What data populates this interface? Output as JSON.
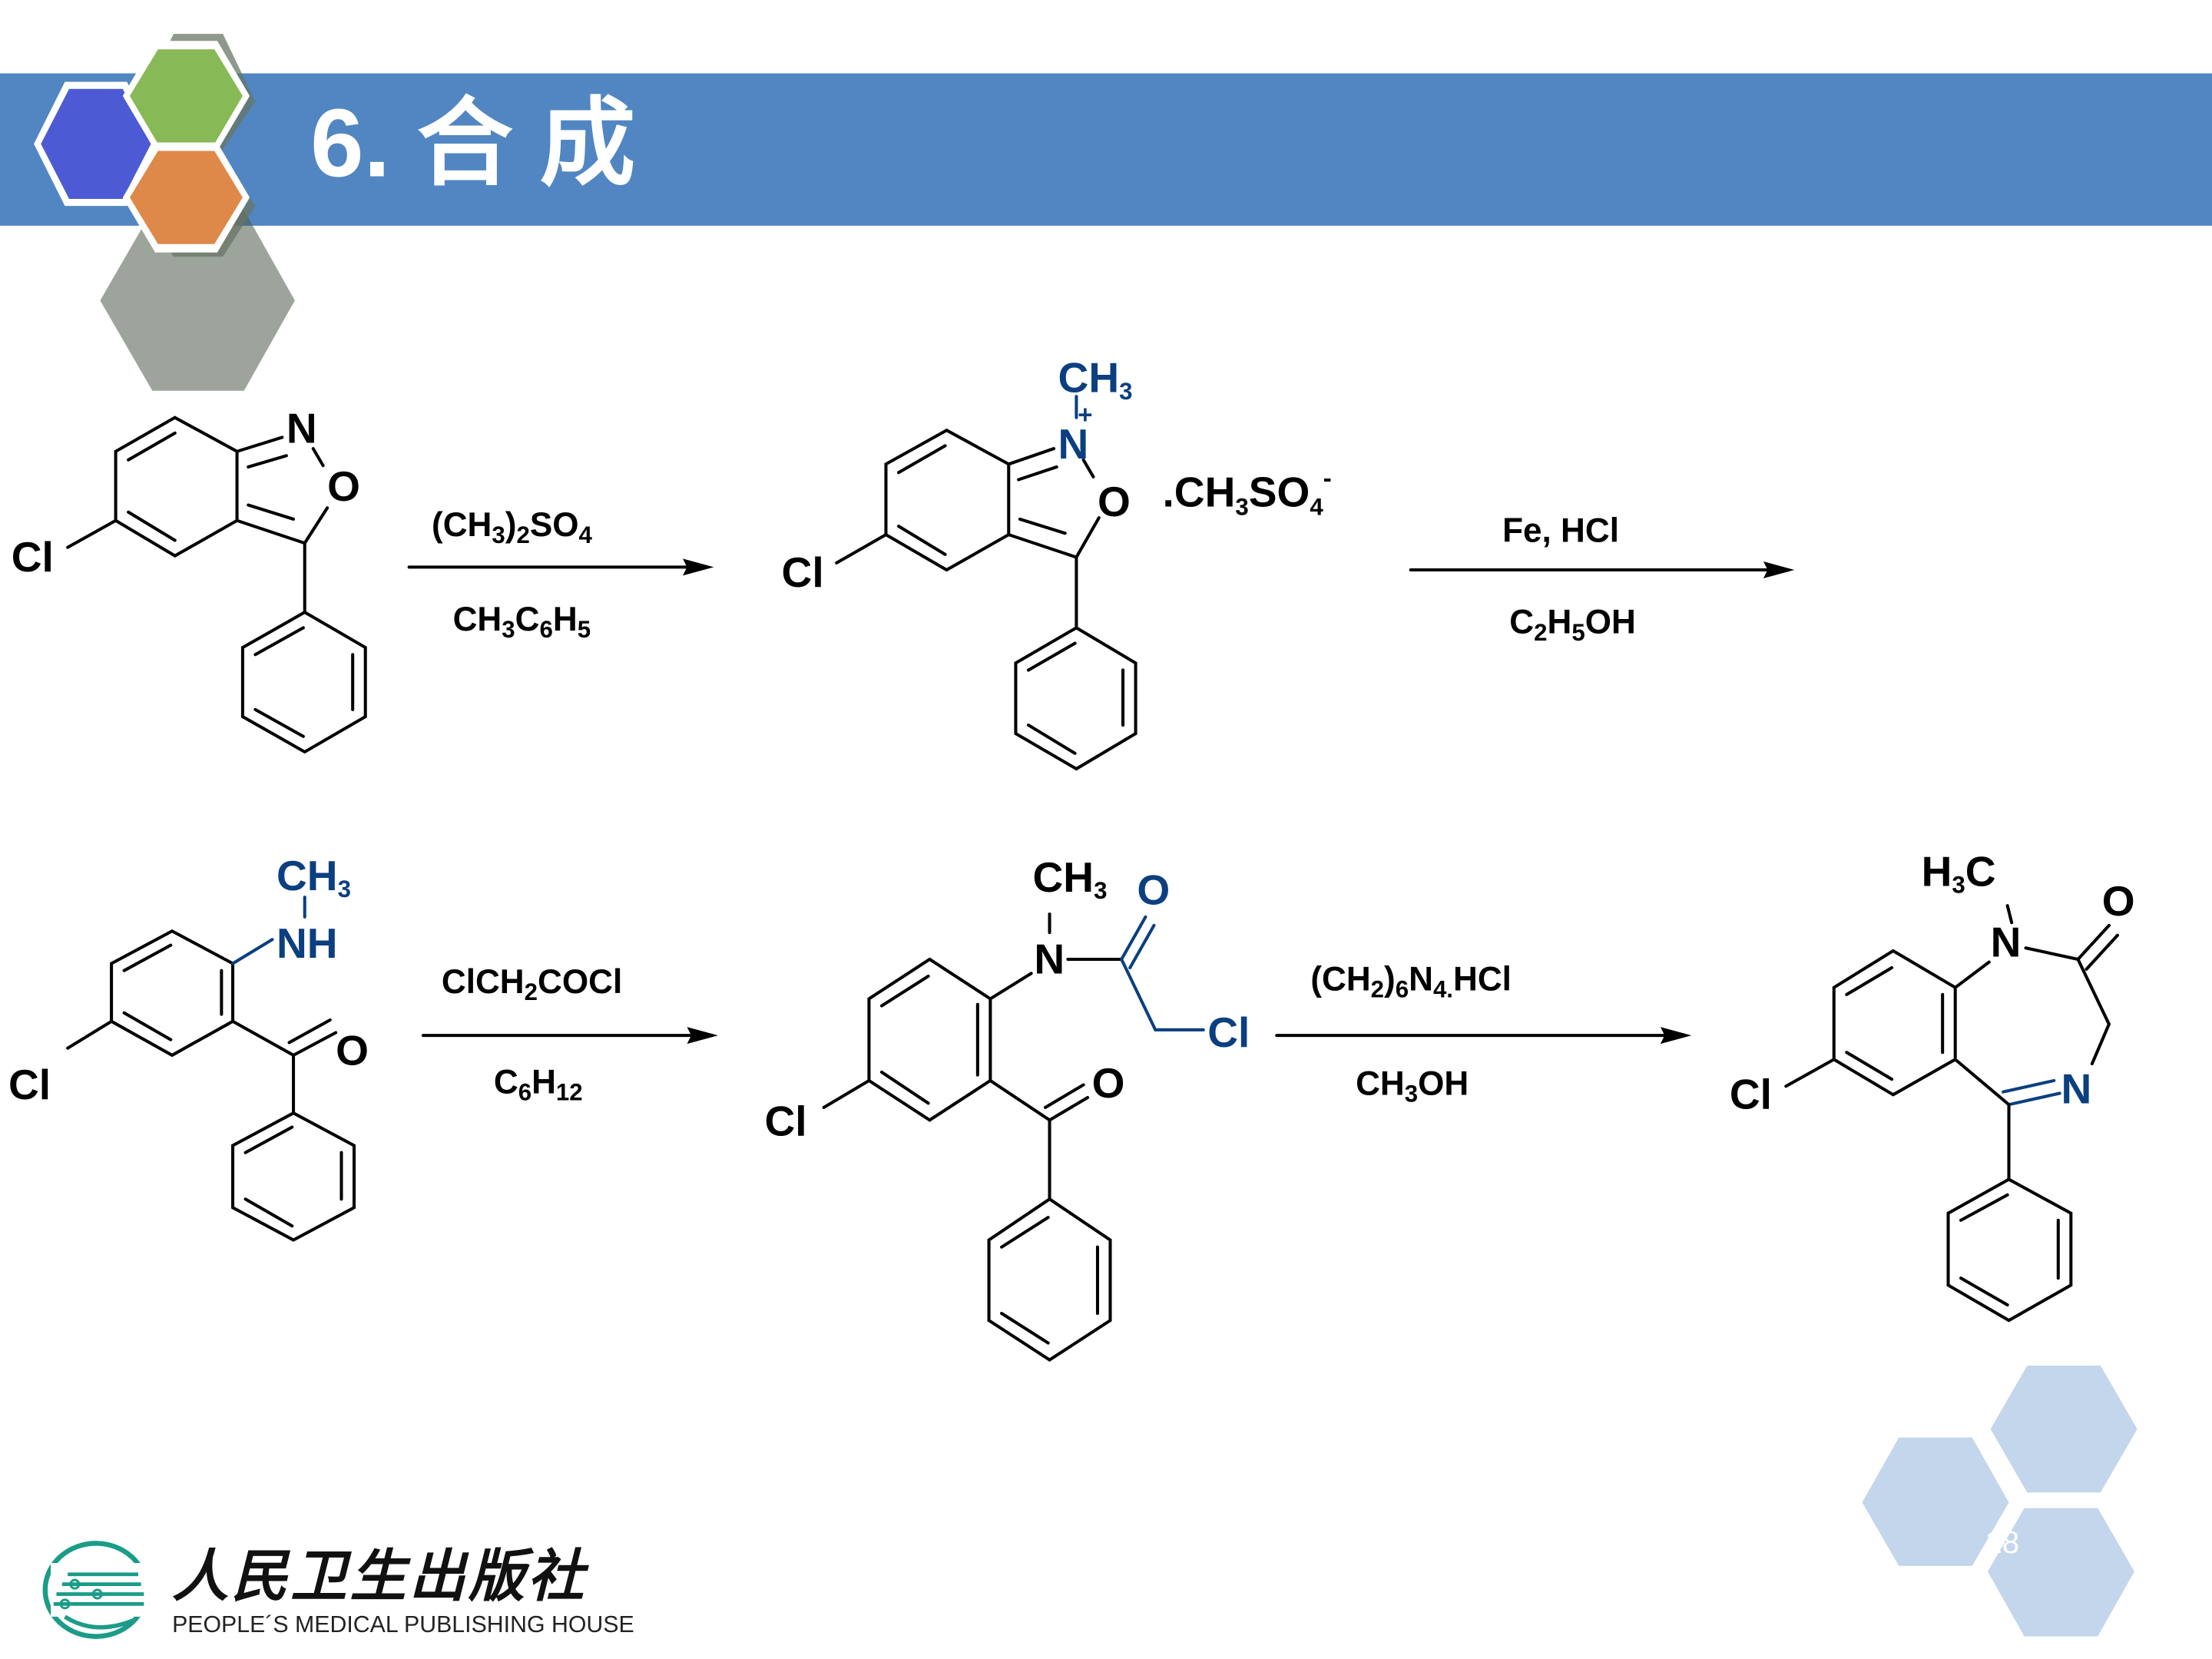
{
  "slide": {
    "title": "6. 合 成",
    "page_number": "18",
    "colors": {
      "header_bar": "#5186c2",
      "hex_blue": "#4c5bd4",
      "hex_green": "#88b957",
      "hex_orange": "#de8849",
      "hex_shadow": "#b3b29a",
      "highlight_blue": "#0b3f80",
      "deco_hex": "#c4d6eb",
      "logo_teal": "#1a9c88"
    }
  },
  "scheme": {
    "step1": {
      "reagent_above": {
        "a": "(CH",
        "a_sub": "3",
        "b": ")",
        "b_sub": "2",
        "c": "SO",
        "c_sub": "4"
      },
      "reagent_below": {
        "a": "CH",
        "a_sub": "3",
        "b": "C",
        "b_sub": "6",
        "c": "H",
        "c_sub": "5"
      }
    },
    "step2": {
      "reagent_above": "Fe, HCl",
      "reagent_below": {
        "a": "C",
        "a_sub": "2",
        "b": "H",
        "b_sub": "5",
        "c": "OH"
      }
    },
    "step3": {
      "reagent_above": {
        "a": "ClCH",
        "a_sub": "2",
        "b": "COCl"
      },
      "reagent_below": {
        "a": "C",
        "a_sub": "6",
        "b": "H",
        "b_sub": "12"
      }
    },
    "step4": {
      "reagent_above": {
        "a": "(CH",
        "a_sub": "2",
        "b": ")",
        "b_sub": "6",
        "c": "N",
        "c_sub": "4.",
        "d": "HCl"
      },
      "reagent_below": {
        "a": "CH",
        "a_sub": "3",
        "b": "OH"
      }
    },
    "compound1": {
      "name": "5-chloro-3-phenyl-2,1-benzisoxazole",
      "atoms": {
        "cl": "Cl",
        "n": "N",
        "o": "O"
      }
    },
    "compound2": {
      "name": "N-methyl benzisoxazolium methylsulfate",
      "atoms": {
        "cl": "Cl",
        "n": "N",
        "o": "O",
        "ch3": "CH",
        "ch3_sub": "3",
        "charge": "+"
      },
      "counterion": {
        "a": ".CH",
        "a_sub": "3",
        "b": "SO",
        "b_sub": "4",
        "charge": "-"
      }
    },
    "compound3": {
      "name": "2-methylamino-5-chlorobenzophenone",
      "atoms": {
        "cl": "Cl",
        "nh": "NH",
        "ch3": "CH",
        "ch3_sub": "3",
        "o": "O"
      }
    },
    "compound4": {
      "name": "2-(N-methyl-chloroacetamido)-5-chlorobenzophenone",
      "atoms": {
        "cl": "Cl",
        "n": "N",
        "ch3": "CH",
        "ch3_sub": "3",
        "o_amide": "O",
        "cl_blue": "Cl",
        "o_ketone": "O"
      }
    },
    "compound5": {
      "name": "diazepam",
      "atoms": {
        "cl": "Cl",
        "n1": "N",
        "h3c_h": "H",
        "h3c_sub": "3",
        "h3c_c": "C",
        "o": "O",
        "n4": "N"
      }
    }
  },
  "footer": {
    "publisher_cn": "人民卫生出版社",
    "publisher_en": "PEOPLE´S MEDICAL PUBLISHING HOUSE"
  }
}
